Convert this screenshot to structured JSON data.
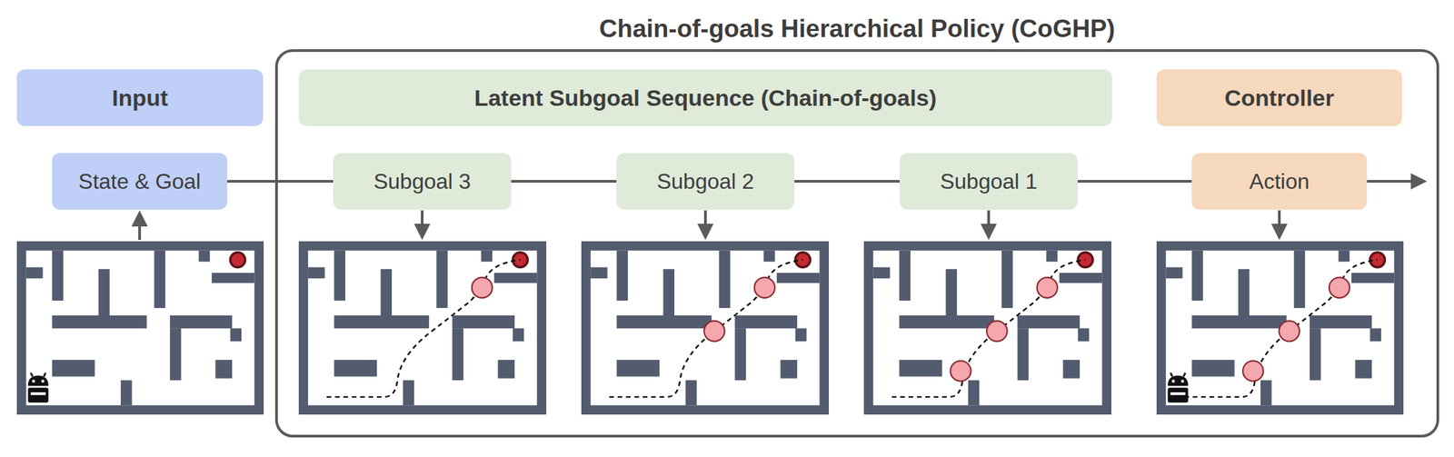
{
  "diagram": {
    "nodes": [
      {
        "text": [
          "Chain-of-goals Hierarchical Policy (CoGHP)"
        ]
      },
      {
        "text": [
          "Input"
        ]
      },
      {
        "text": [
          "Latent Subgoal Sequence (Chain-of-goals)"
        ],
        "in": 0
      },
      {
        "text": [
          "Controller"
        ],
        "in": 0
      },
      {
        "text": [
          "State & Goal"
        ]
      },
      {
        "text": [
          "Subgoal 3"
        ],
        "in": 0
      },
      {
        "text": [
          "Subgoal 2"
        ],
        "in": 0
      },
      {
        "text": [
          "Subgoal 1"
        ],
        "in": 0
      },
      {
        "text": [
          "Action"
        ],
        "in": 0
      }
    ],
    "edges": [
      {
        "from": 4,
        "to": 5,
        "arrow": "none"
      },
      {
        "from": 5,
        "to": 6,
        "arrow": "none"
      },
      {
        "from": 6,
        "to": 7,
        "arrow": "none"
      },
      {
        "from": 7,
        "to": 8,
        "arrow": "none"
      }
    ]
  }
}
